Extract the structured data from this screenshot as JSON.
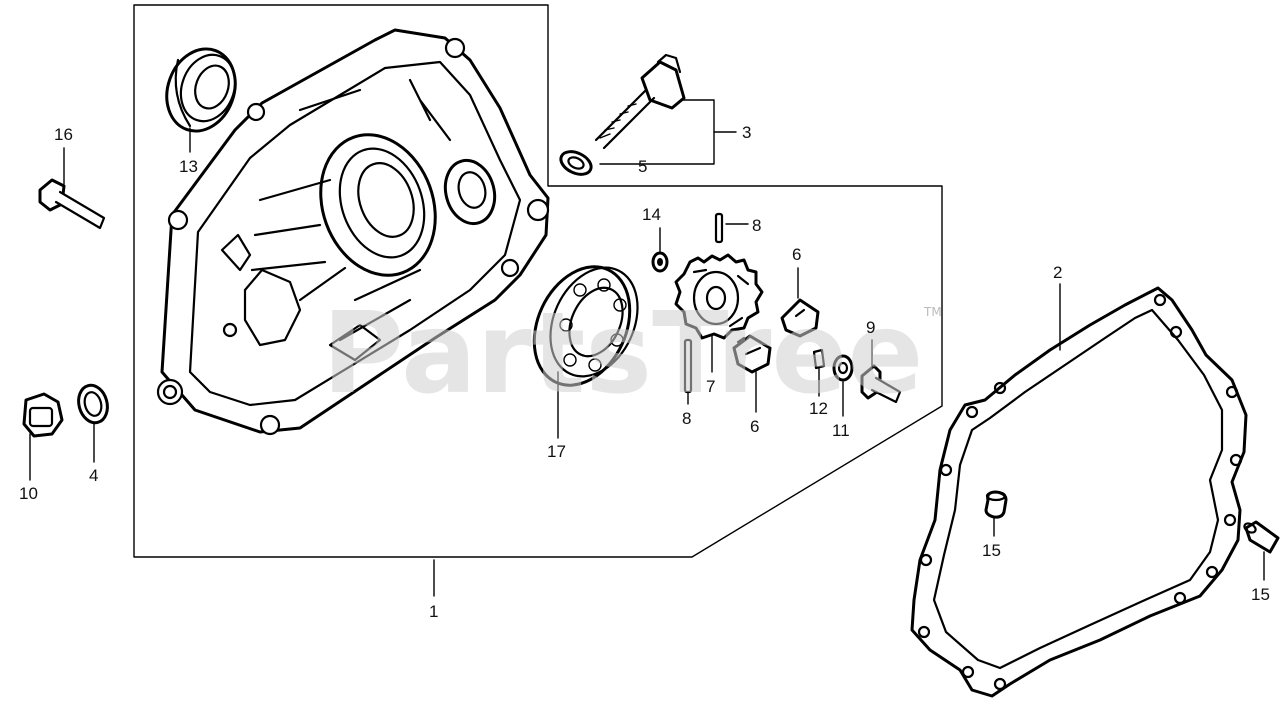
{
  "watermark": {
    "text": "PartsTree",
    "trademark": "TM"
  },
  "callouts": {
    "c1": "1",
    "c2": "2",
    "c3": "3",
    "c4": "4",
    "c5": "5",
    "c6a": "6",
    "c6b": "6",
    "c7": "7",
    "c8a": "8",
    "c8b": "8",
    "c9": "9",
    "c10": "10",
    "c11": "11",
    "c12": "12",
    "c13": "13",
    "c14": "14",
    "c15a": "15",
    "c15b": "15",
    "c16": "16",
    "c17": "17"
  }
}
